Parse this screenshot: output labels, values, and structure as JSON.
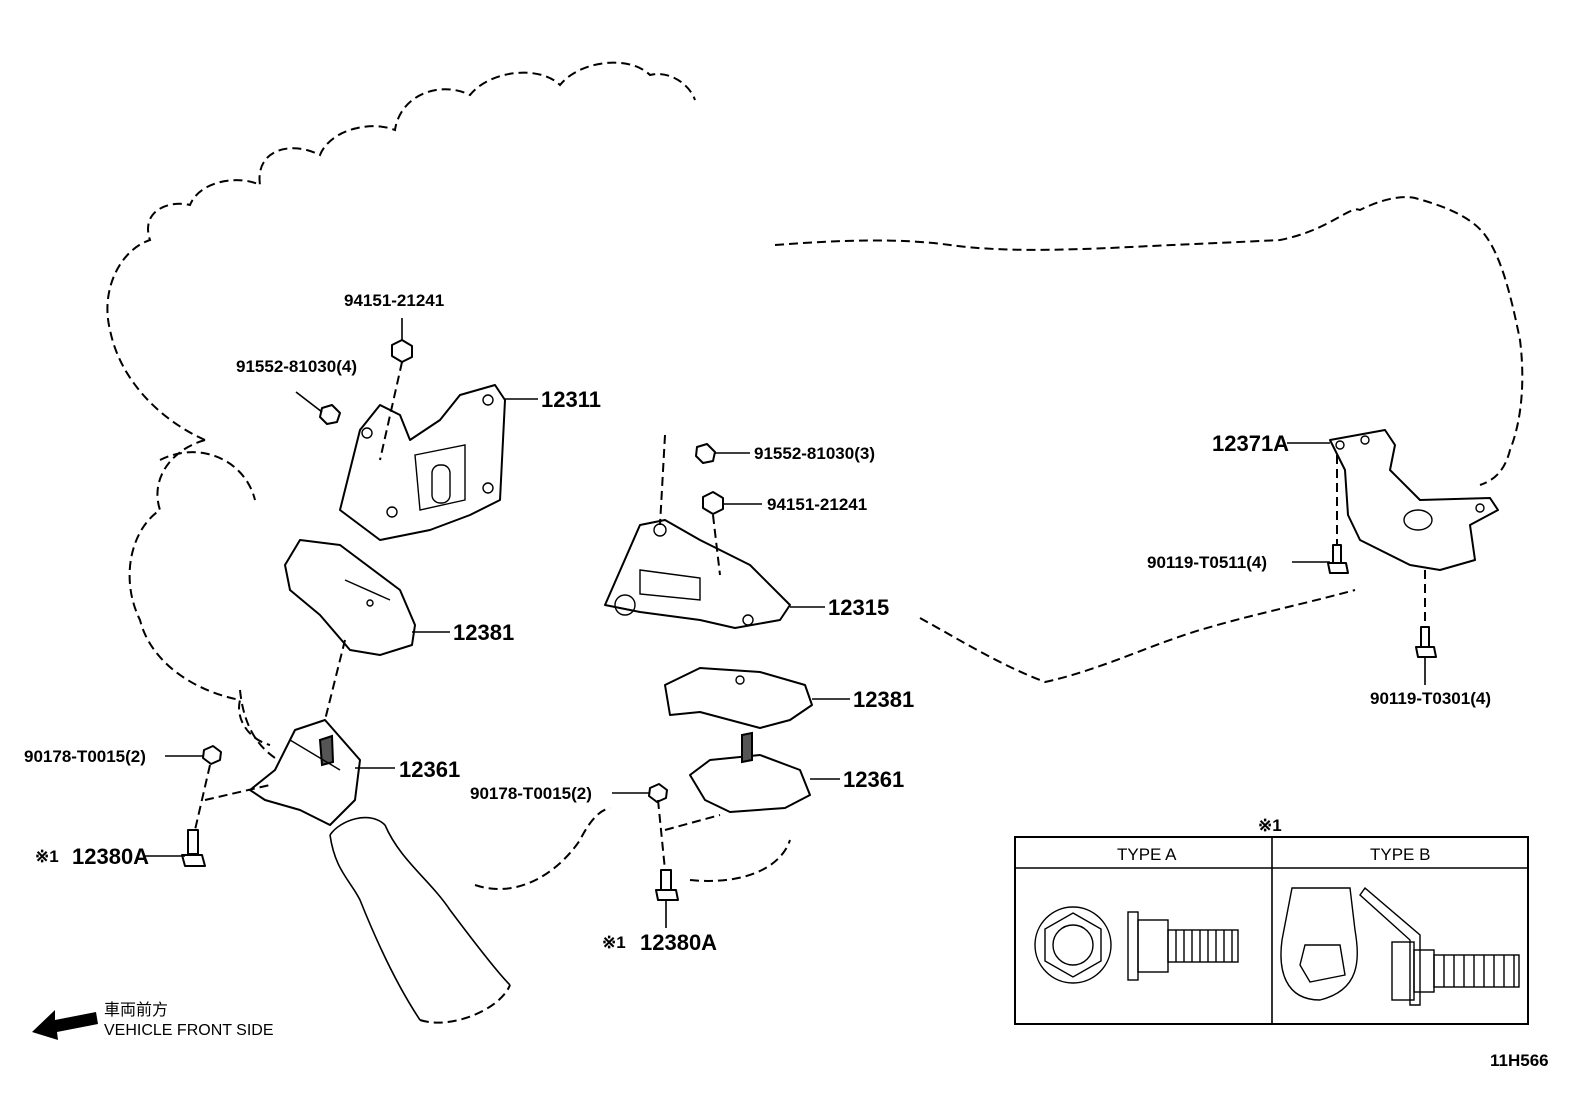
{
  "parts": {
    "p94151_top": "94151-21241",
    "p91552_left": "91552-81030(4)",
    "p12311": "12311",
    "p12381_left": "12381",
    "p90178_left": "90178-T0015(2)",
    "p12361_left": "12361",
    "p12380a_left": "12380A",
    "p91552_mid": "91552-81030(3)",
    "p94151_mid": "94151-21241",
    "p12315": "12315",
    "p12381_mid": "12381",
    "p12361_mid": "12361",
    "p90178_mid": "90178-T0015(2)",
    "p12380a_mid": "12380A",
    "p12371a": "12371A",
    "p90119_t0511": "90119-T0511(4)",
    "p90119_t0301": "90119-T0301(4)"
  },
  "note_mark": "※1",
  "type_table": {
    "mark": "※1",
    "type_a": "TYPE A",
    "type_b": "TYPE B"
  },
  "front": {
    "jp": "車両前方",
    "en": "VEHICLE FRONT SIDE"
  },
  "figure_code": "11H566"
}
